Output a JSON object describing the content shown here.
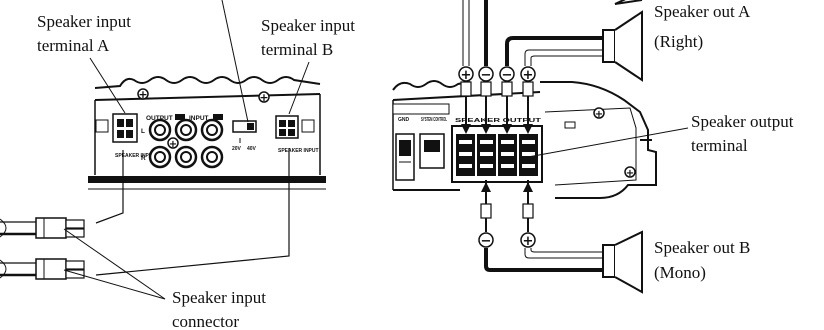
{
  "labels": {
    "input_a_line1": "Speaker input",
    "input_a_line2": "terminal A",
    "input_b_line1": "Speaker input",
    "input_b_line2": "terminal B",
    "connector_line1": "Speaker input",
    "connector_line2": "connector",
    "out_a_line1": "Speaker out A",
    "out_a_line2": "(Right)",
    "output_terminal_line1": "Speaker output",
    "output_terminal_line2": "terminal",
    "out_b_line1": "Speaker out B",
    "out_b_line2": "(Mono)"
  },
  "amp_left": {
    "output_text": "OUTPUT",
    "input_text": "INPUT",
    "speaker_input_text": "SPEAKER INPUT",
    "channel_l": "L",
    "channel_r": "R",
    "switch_20v": "20V",
    "switch_40v": "40V"
  },
  "amp_right": {
    "gnd_text": "GND",
    "system_control_text": "SYSTEM CONTROL",
    "speaker_output_text": "SPEAKER OUTPUT"
  },
  "polarity": {
    "plus": "+",
    "minus": "−"
  }
}
